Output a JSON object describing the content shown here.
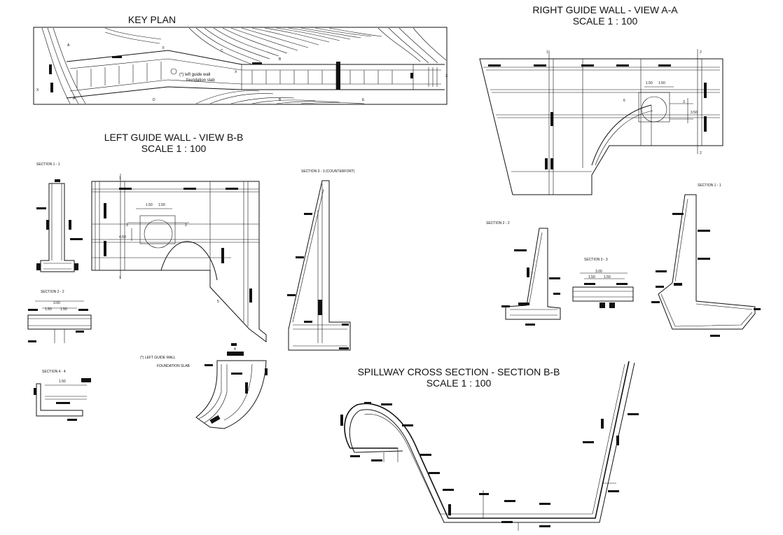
{
  "titles": {
    "key_plan": "KEY PLAN",
    "right_wall_title": "RIGHT GUIDE WALL - VIEW A-A",
    "right_wall_scale": "SCALE     1 : 100",
    "left_wall_title": "LEFT GUIDE WALL - VIEW B-B",
    "left_wall_scale": "SCALE     1 : 100",
    "spillway_title": "SPILLWAY CROSS SECTION - SECTION B-B",
    "spillway_scale": "SCALE     1 : 100"
  },
  "key_plan": {
    "note_line1": "(*) left guide wall",
    "note_line2": "foundation slab",
    "marks": [
      "A",
      "A",
      "B",
      "B",
      "C",
      "D",
      "E",
      "F",
      "X",
      "X",
      "X"
    ]
  },
  "left_sections": {
    "s11": "SECTION  1 - 1",
    "s22": "SECTION  2 - 2",
    "s44": "SECTION  4 - 4",
    "s33": "SECTION 3 - 3 (COUNTERFORT)",
    "slab_note1": "(*) LEFT GUIDE WALL",
    "slab_note2": "FOUNDATION SLAB"
  },
  "right_sections": {
    "s22": "SECTION  2 - 2",
    "s33": "SECTION  3 - 3",
    "s11": "SECTION  1 - 1"
  },
  "dims": {
    "d300": "3.00",
    "d150": "1.50",
    "d150b": "1.50",
    "d350": "3.50",
    "d450": "4.50",
    "d11": "1",
    "d22": "2",
    "d33": "3",
    "d66": "6",
    "d55": "5",
    "d44": "4"
  }
}
